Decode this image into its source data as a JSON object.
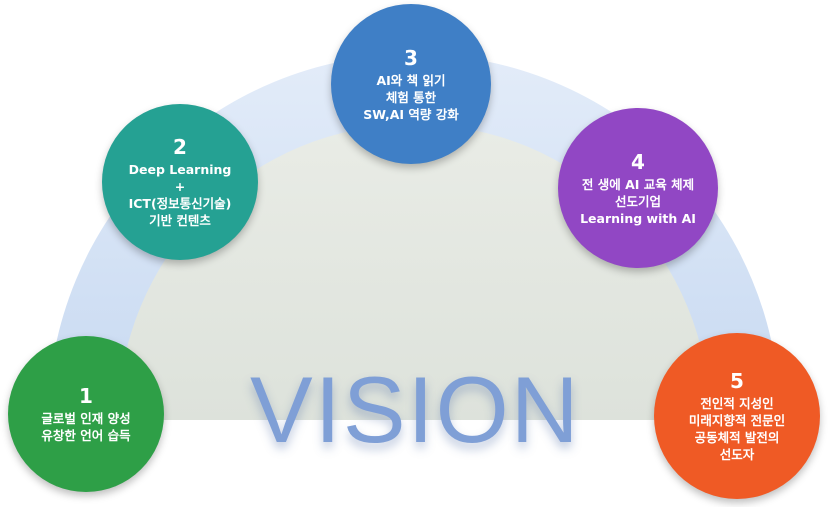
{
  "center_title": "VISION",
  "colors": {
    "arc_outer": "#d4e2f5",
    "arc_inner": "#e4e8e2",
    "circle_1": "#2e9f47",
    "circle_2": "#25a193",
    "circle_3": "#3f7fc6",
    "circle_4": "#9147c4",
    "circle_5": "#ef5a25"
  },
  "items": [
    {
      "number": "1",
      "lines": [
        "글로벌 인재 양성",
        "유창한 언어 습득"
      ]
    },
    {
      "number": "2",
      "lines": [
        "Deep Learning",
        "+",
        "ICT(정보통신기술)",
        "기반 컨텐츠"
      ]
    },
    {
      "number": "3",
      "lines": [
        "AI와 책 읽기",
        "체험 통한",
        "SW,AI 역량 강화"
      ]
    },
    {
      "number": "4",
      "lines": [
        "전 생에 AI 교육 체제",
        "선도기업",
        "Learning with AI"
      ]
    },
    {
      "number": "5",
      "lines": [
        "전인적 지성인",
        "미래지향적 전문인",
        "공동체적 발전의",
        "선도자"
      ]
    }
  ]
}
